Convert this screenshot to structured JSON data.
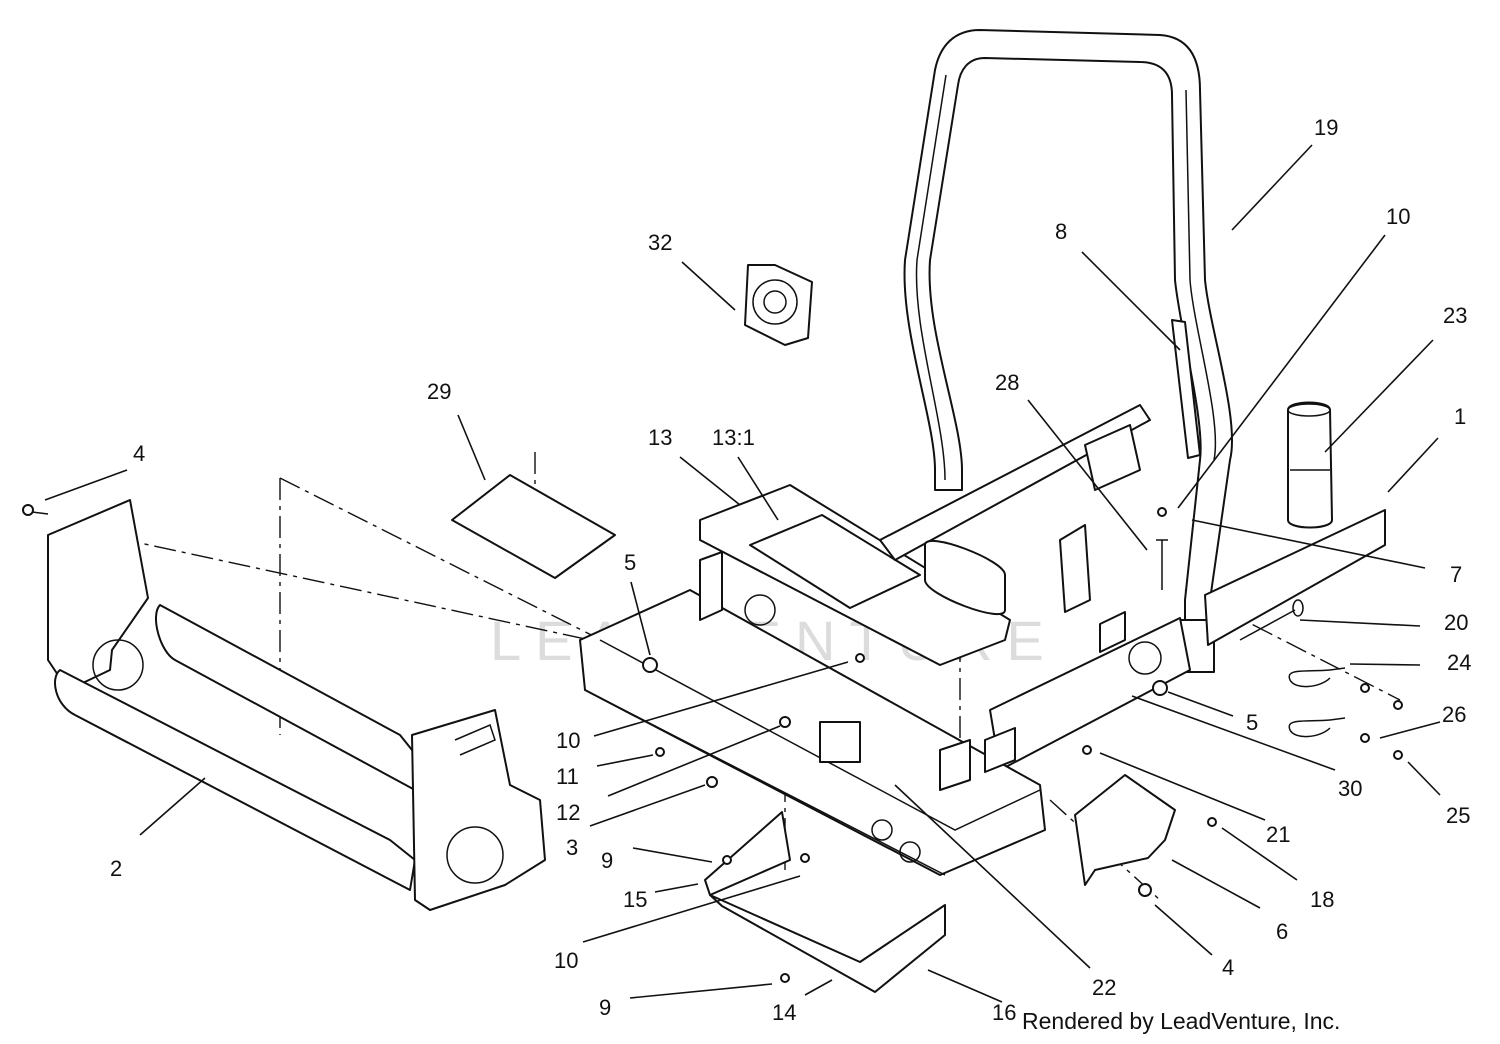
{
  "watermark": "LEADVENTURE",
  "credit": "Rendered by LeadVenture, Inc.",
  "callouts": [
    {
      "id": "c-19",
      "label": "19"
    },
    {
      "id": "c-10a",
      "label": "10"
    },
    {
      "id": "c-8",
      "label": "8"
    },
    {
      "id": "c-32",
      "label": "32"
    },
    {
      "id": "c-23",
      "label": "23"
    },
    {
      "id": "c-28",
      "label": "28"
    },
    {
      "id": "c-1",
      "label": "1"
    },
    {
      "id": "c-29",
      "label": "29"
    },
    {
      "id": "c-13-1",
      "label": "13:1"
    },
    {
      "id": "c-13",
      "label": "13"
    },
    {
      "id": "c-4a",
      "label": "4"
    },
    {
      "id": "c-7",
      "label": "7"
    },
    {
      "id": "c-5a",
      "label": "5"
    },
    {
      "id": "c-20",
      "label": "20"
    },
    {
      "id": "c-24",
      "label": "24"
    },
    {
      "id": "c-5b",
      "label": "5"
    },
    {
      "id": "c-26",
      "label": "26"
    },
    {
      "id": "c-10b",
      "label": "10"
    },
    {
      "id": "c-11",
      "label": "11"
    },
    {
      "id": "c-30",
      "label": "30"
    },
    {
      "id": "c-25",
      "label": "25"
    },
    {
      "id": "c-12",
      "label": "12"
    },
    {
      "id": "c-21",
      "label": "21"
    },
    {
      "id": "c-3",
      "label": "3"
    },
    {
      "id": "c-2",
      "label": "2"
    },
    {
      "id": "c-9a",
      "label": "9"
    },
    {
      "id": "c-18",
      "label": "18"
    },
    {
      "id": "c-15",
      "label": "15"
    },
    {
      "id": "c-6",
      "label": "6"
    },
    {
      "id": "c-10c",
      "label": "10"
    },
    {
      "id": "c-4b",
      "label": "4"
    },
    {
      "id": "c-22",
      "label": "22"
    },
    {
      "id": "c-9b",
      "label": "9"
    },
    {
      "id": "c-14",
      "label": "14"
    },
    {
      "id": "c-16",
      "label": "16"
    }
  ]
}
